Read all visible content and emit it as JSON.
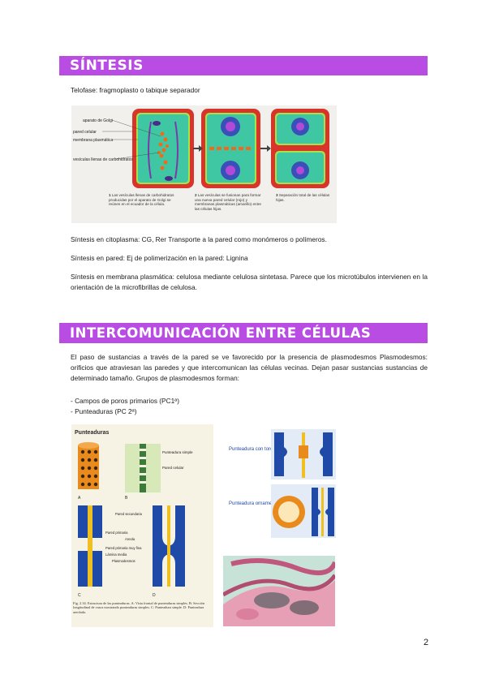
{
  "sections": {
    "sintesis": {
      "title": "SÍNTESIS",
      "telofase": "Telofase: fragmoplasto o tabique separador",
      "figure": {
        "labels": [
          "aparato de Golgi",
          "pared celular",
          "membrana plasmática",
          "vesículas llenas de carbohidratos"
        ],
        "steps": [
          {
            "num": "1",
            "text": "Las vesículas llenas de carbohidratos producidas por el aparato de Golgi se reúnen en el ecuador de la célula."
          },
          {
            "num": "2",
            "text": "Las vesículas se fusionan para formar una nueva pared celular (rojo) y membranas plasmáticas (amarillo) entre las células hijas."
          },
          {
            "num": "3",
            "text": "Separación total de las células hijas."
          }
        ]
      },
      "citoplasma": "Síntesis en citoplasma: CG, Rer Transporte a la pared como monómeros o polímeros.",
      "pared": "Síntesis en pared: Ej de polimerización en la pared: Lignina",
      "membrana": "Síntesis en membrana plasmática: celulosa mediante celulosa sintetasa. Parece que los microtúbulos intervienen en la orientación de la microfibrillas de celulosa."
    },
    "intercomunicacion": {
      "title": "INTERCOMUNICACIÓN ENTRE CÉLULAS VECINAS",
      "paragraph": "El paso de sustancias a través de la pared se ve favorecido por la presencia de plasmodesmos Plasmodesmos: orificios que atraviesan las paredes y que intercomunican las células vecinas. Dejan pasar sustancias sustancias de determinado tamaño. Grupos de plasmodesmos forman:",
      "items": [
        "- Campos de poros primarios (PC1ª)",
        "- Punteaduras (PC 2ª)"
      ],
      "figure": {
        "title": "Punteaduras",
        "labels": [
          "Punteadura simple",
          "Pared celular",
          "Pared secundaria",
          "Pared primaria",
          "Areola",
          "Pared primaria muy fina",
          "Lámina media",
          "Plasmodesmos"
        ],
        "letters": [
          "A",
          "B",
          "C",
          "D"
        ],
        "caption": "Fig. 2.34. Estructura de las punteaduras. A: Vista frontal de punteaduras simples. B: Sección longitudinal de vasos mostrando punteaduras simples. C: Punteadura simple. D: Punteadura areolada.",
        "toro_label": "Punteadura con toro",
        "ornamentada_label": "Punteadura ornamentada"
      }
    }
  },
  "page_number": "2"
}
